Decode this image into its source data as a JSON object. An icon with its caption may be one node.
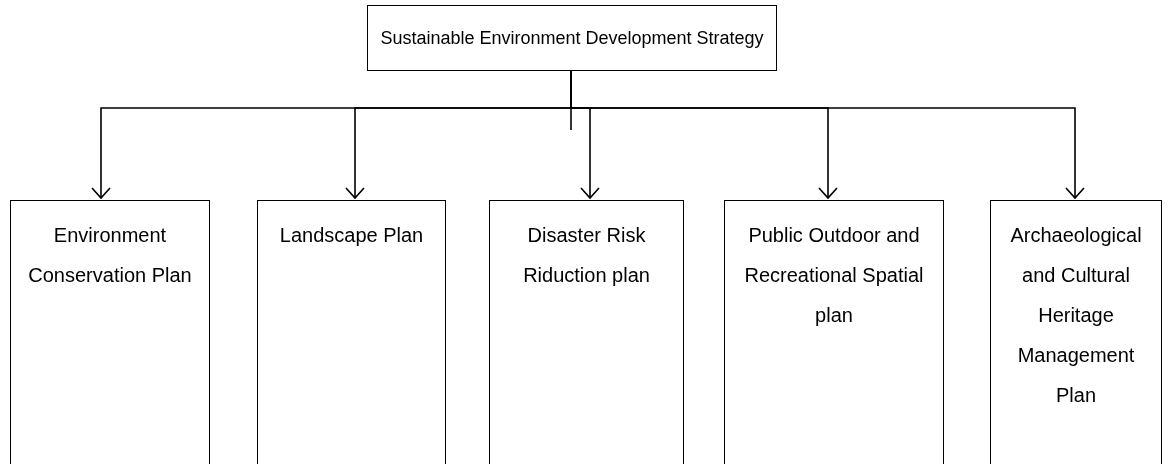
{
  "diagram": {
    "nodes": [
      {
        "text": [
          "Sustainable Environment Development Strategy"
        ]
      },
      {
        "text": [
          "Environment Conservation Plan"
        ]
      },
      {
        "text": [
          "Landscape Plan"
        ]
      },
      {
        "text": [
          "Disaster Risk Riduction plan"
        ]
      },
      {
        "text": [
          "Public Outdoor and Recreational Spatial plan"
        ]
      },
      {
        "text": [
          "Archaeological and Cultural Heritage Management Plan"
        ]
      }
    ],
    "edges": [
      {
        "from": 0,
        "to": 1,
        "arrow": "to"
      },
      {
        "from": 0,
        "to": 2,
        "arrow": "to"
      },
      {
        "from": 0,
        "to": 3,
        "arrow": "to"
      },
      {
        "from": 0,
        "to": 4,
        "arrow": "to"
      },
      {
        "from": 0,
        "to": 5,
        "arrow": "to"
      }
    ]
  }
}
